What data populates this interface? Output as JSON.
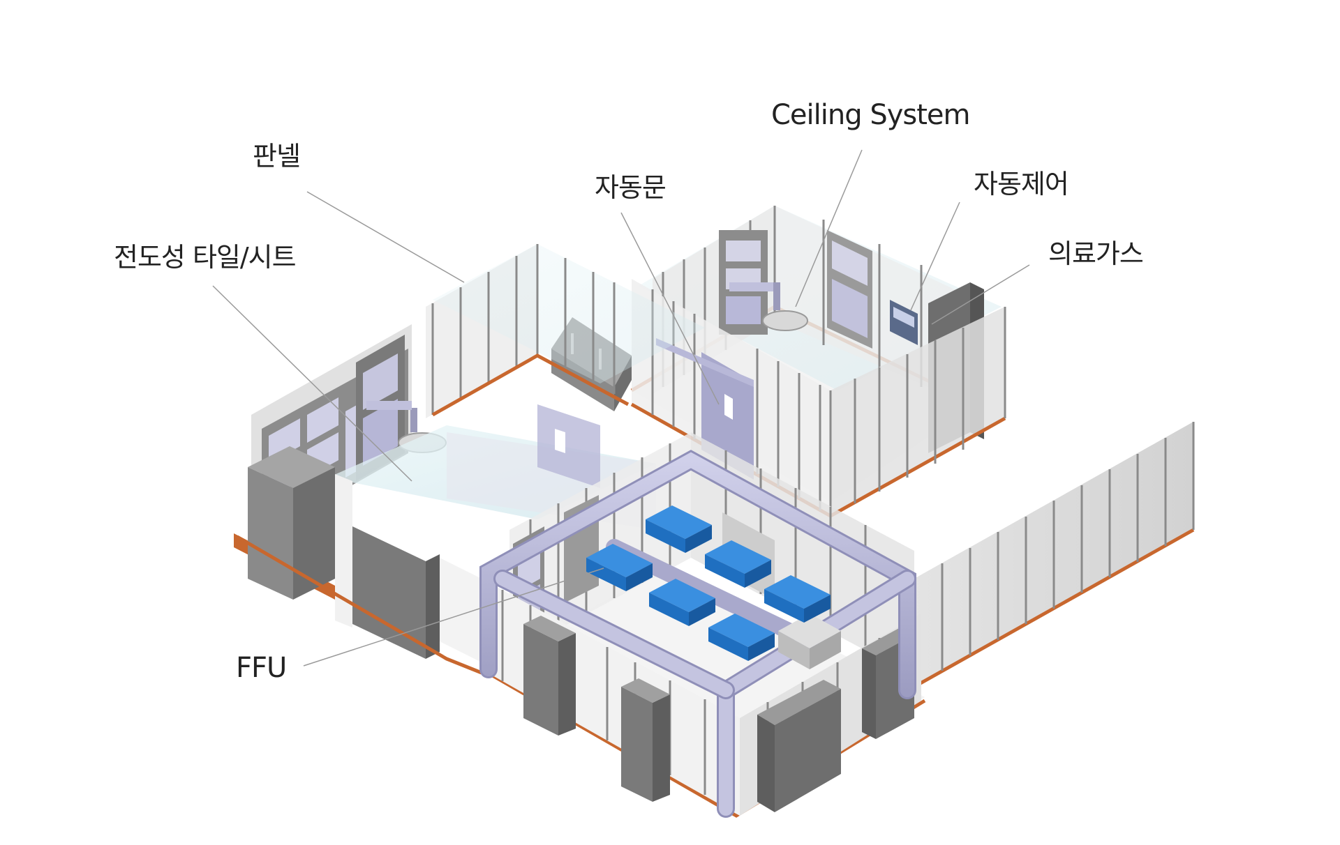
{
  "labels": {
    "panel": "판넬",
    "conductive_tile": "전도성 타일/시트",
    "auto_door": "자동문",
    "ceiling_system": "Ceiling System",
    "auto_control": "자동제어",
    "medical_gas": "의료가스",
    "ffu": "FFU"
  },
  "colors": {
    "floor_edge": "#c8672e",
    "wall_panel": "#dcdcdc",
    "wall_panel_alt": "#c4c4c4",
    "panel_divider": "#8a8a8a",
    "cabinet": "#8c8c8c",
    "cabinet_dark": "#6e6e6e",
    "ffu": "#1f6fc0",
    "ffu_top": "#3a8fe0",
    "duct": "#b4b4d4",
    "door": "#a8a8cc",
    "glass": "#dff0f4",
    "leader": "#9a9a9a",
    "label_text": "#222222"
  }
}
